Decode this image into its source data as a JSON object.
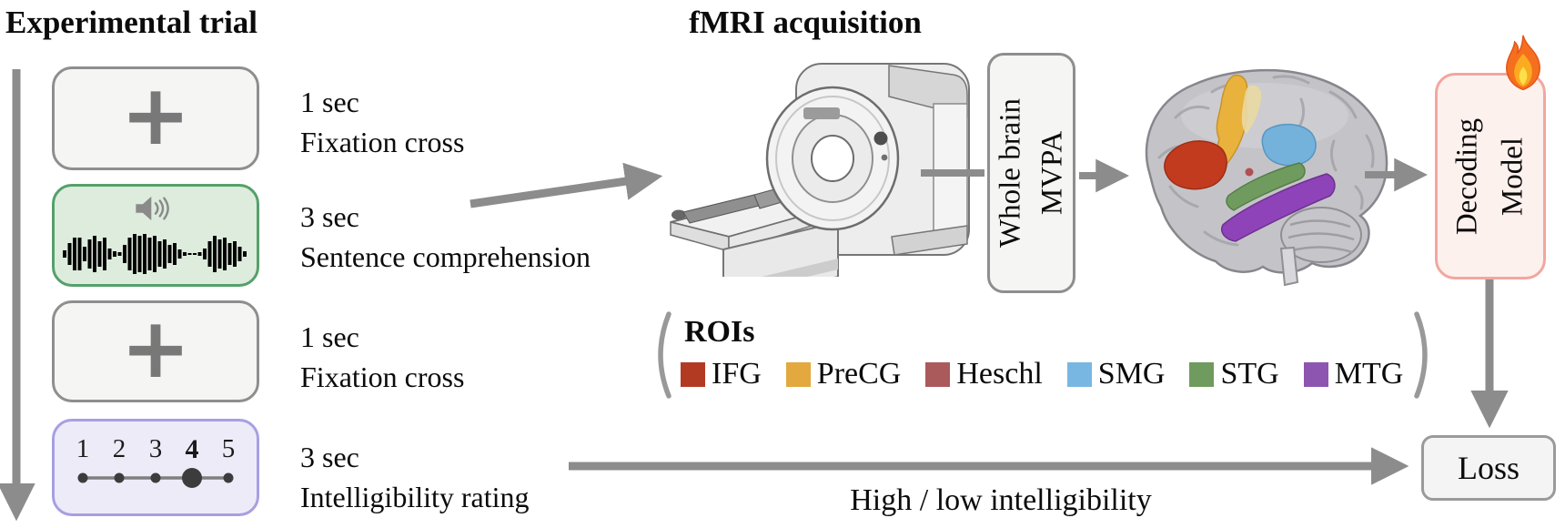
{
  "headers": {
    "experimental_trial": "Experimental trial",
    "fmri_acquisition": "fMRI acquisition"
  },
  "trial": {
    "steps": [
      {
        "duration": "1 sec",
        "label": "Fixation cross",
        "symbol": "+"
      },
      {
        "duration": "3 sec",
        "label": "Sentence comprehension"
      },
      {
        "duration": "1 sec",
        "label": "Fixation cross",
        "symbol": "+"
      },
      {
        "duration": "3 sec",
        "label": "Intelligibility rating"
      }
    ],
    "rating": {
      "values": [
        "1",
        "2",
        "3",
        "4",
        "5"
      ],
      "selected": "4"
    }
  },
  "pipeline": {
    "mvpa_box": {
      "line1": "Whole brain",
      "line2": "MVPA"
    },
    "decoding_box": {
      "line1": "Decoding",
      "line2": "Model"
    },
    "loss_box": {
      "label": "Loss"
    },
    "flow_label": "High / low intelligibility"
  },
  "rois": {
    "title": "ROIs",
    "items": [
      {
        "label": "IFG",
        "color": "#b33a22"
      },
      {
        "label": "PreCG",
        "color": "#e3a93f"
      },
      {
        "label": "Heschl",
        "color": "#ab5a5c"
      },
      {
        "label": "SMG",
        "color": "#79b7e3"
      },
      {
        "label": "STG",
        "color": "#6f9b5e"
      },
      {
        "label": "MTG",
        "color": "#8e55b0"
      }
    ]
  },
  "icons": {
    "speaker": "speaker-icon",
    "fire": "fire-icon",
    "fixation_cross": "plus-icon",
    "timeline": "down-arrow-icon"
  },
  "colors": {
    "arrow": "#8c8c8c",
    "fixation_box_border": "#8e8e8e",
    "audio_box_border": "#55a06b",
    "audio_box_fill": "#ddecdd",
    "rating_box_border": "#a79fe3",
    "rating_box_fill": "#edebf8",
    "mvpa_box_fill": "#f5f5f4",
    "decoding_box_border": "#f2a79f",
    "decoding_box_fill": "#fdf1ee",
    "loss_box_border": "#9a9a9a"
  }
}
